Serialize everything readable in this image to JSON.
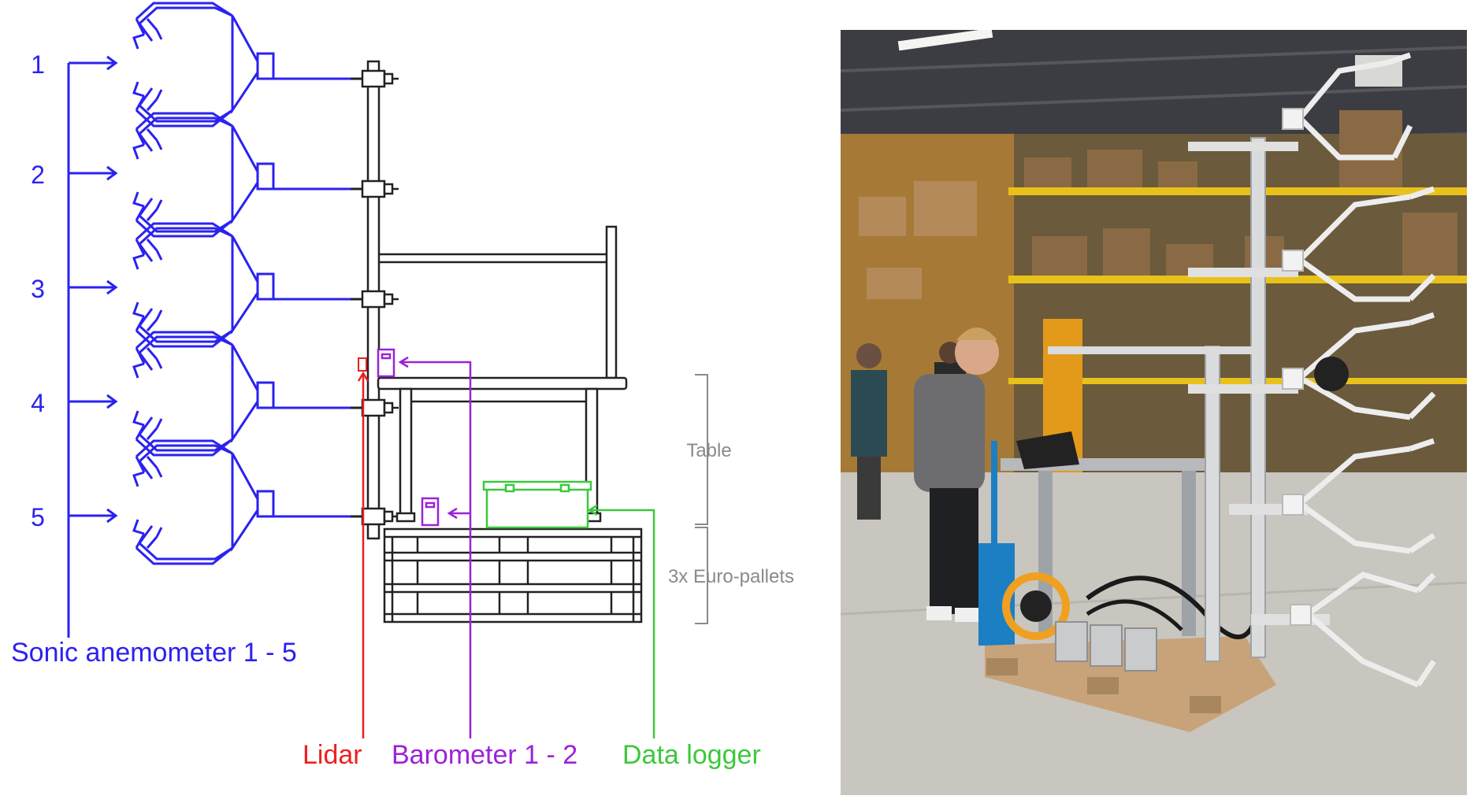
{
  "diagram": {
    "sensor_numbers": [
      "1",
      "2",
      "3",
      "4",
      "5"
    ],
    "labels": {
      "anemometer": "Sonic anemometer 1 - 5",
      "lidar": "Lidar",
      "barometer": "Barometer 1 - 2",
      "logger": "Data logger",
      "table": "Table",
      "pallets": "3x Euro-pallets"
    },
    "colors": {
      "anemometer": "#2b22f0",
      "lidar": "#ee1f1f",
      "barometer": "#9b22d8",
      "logger": "#3cc83c",
      "structure": "#222222",
      "annotation": "#8a8a8a"
    }
  },
  "photo": {
    "subject": "test rig with five sonic anemometers on a mast, table and Euro-pallets in a warehouse",
    "colors": {
      "floor": "#c9c6bf",
      "shelving": "#e8c21a",
      "rig": "#dcdcdc"
    }
  }
}
